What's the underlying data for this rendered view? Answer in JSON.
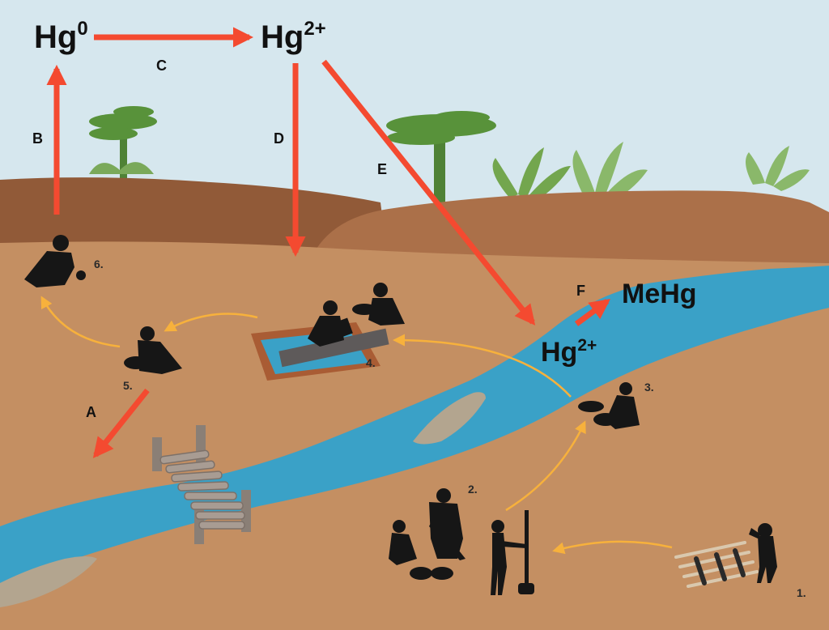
{
  "species": {
    "hg0": {
      "base": "Hg",
      "sup": "0"
    },
    "hg2_air": {
      "base": "Hg",
      "sup": "2+"
    },
    "hg2_water": {
      "base": "Hg",
      "sup": "2+"
    },
    "mehg": "MeHg"
  },
  "process_labels": {
    "a": "A",
    "b": "B",
    "c": "C",
    "d": "D",
    "e": "E",
    "f": "F"
  },
  "step_numbers": {
    "s1": "1.",
    "s2": "2.",
    "s3": "3.",
    "s4": "4.",
    "s5": "5.",
    "s6": "6."
  },
  "colors": {
    "process_arrow": "#f44a30",
    "workflow_arrow": "#f7b13c",
    "sky": "#d6e7ee",
    "ground": "#c48f62",
    "hill": "#a86e47",
    "river": "#3aa1c7",
    "silhouette": "#161616"
  }
}
